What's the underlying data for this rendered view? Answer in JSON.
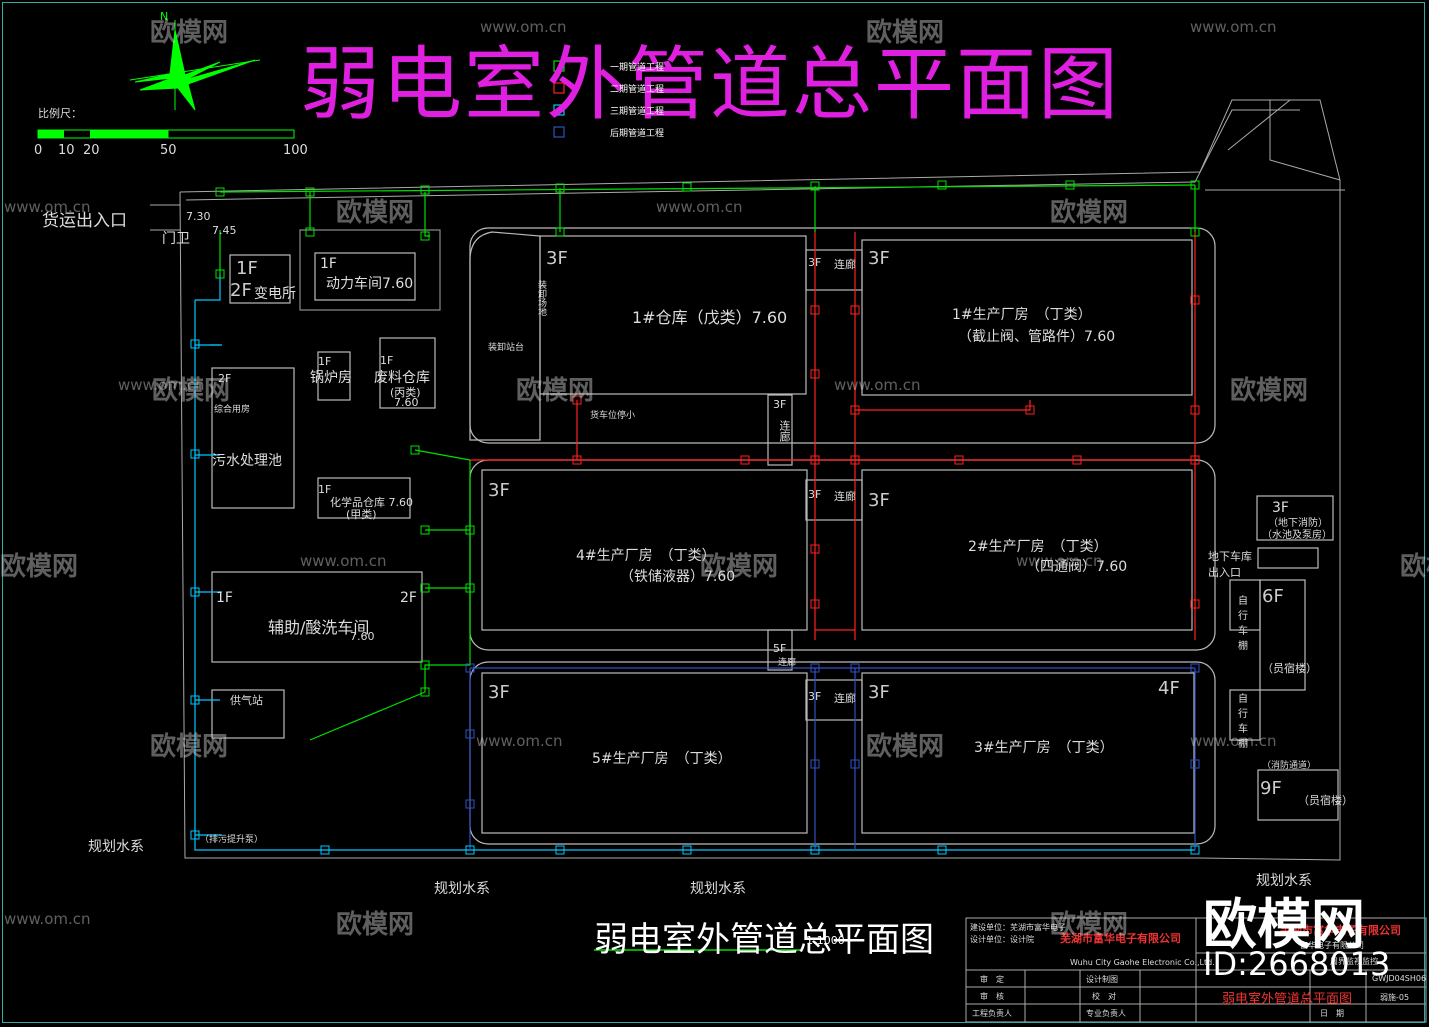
{
  "drawing": {
    "main_title": "弱电室外管道总平面图",
    "sub_title": "弱电室外管道总平面图",
    "sub_scale": "1:1000"
  },
  "scale_bar": {
    "label": "比例尺：",
    "ticks": [
      "0",
      "10",
      "20",
      "50",
      "100"
    ]
  },
  "compass": {
    "north_label": "N"
  },
  "legend": [
    {
      "label": "一期管道工程",
      "color": "#00e000"
    },
    {
      "label": "二期管道工程",
      "color": "#ff2020"
    },
    {
      "label": "三期管道工程",
      "color": "#00c8ff"
    },
    {
      "label": "后期管道工程",
      "color": "#3050c0"
    }
  ],
  "site_labels": {
    "entrance": "货运出入口",
    "guard": "门卫",
    "elev_1": "7.30",
    "elev_2": "7.45",
    "water_1": "规划水系",
    "water_2": "规划水系",
    "water_3": "规划水系",
    "water_4": "规划水系",
    "underground_entry": "地下车库出入口"
  },
  "buildings": {
    "substation_f1": "1F",
    "substation_f2": "2F",
    "substation": "变电所",
    "power_f": "1F",
    "power": "动力车间7.60",
    "boiler_f": "1F",
    "boiler": "锅炉房",
    "waste_f": "1F",
    "waste": "废料仓库",
    "waste_cls": "(丙类)",
    "waste_elev": "7.60",
    "sewage_f": "2F",
    "sewage": "污水处理池",
    "sewage_sub": "综合用房",
    "chem_f": "1F",
    "chem": "化学品仓库 7.60",
    "chem_cls": "(甲类)",
    "aux_f1": "1F",
    "aux_f2": "2F",
    "aux": "辅助/酸洗车间",
    "aux_elev": "7.60",
    "gas": "供气站",
    "wh1_f": "3F",
    "wh1": "1#仓库（戊类）7.60",
    "loading": "装卸站台",
    "loading2": "装卸场地",
    "loading3": "货车位停小",
    "p1_f": "3F",
    "p1": "1#生产厂房　（丁类）",
    "p1_sub": "（截止阀、管路件）7.60",
    "p2_f": "3F",
    "p2": "2#生产厂房　（丁类）",
    "p2_sub": "（四通阀）7.60",
    "p3_f": "3F",
    "p3_f2": "4F",
    "p3": "3#生产厂房　（丁类）",
    "p4_f": "3F",
    "p4": "4#生产厂房　（丁类）",
    "p4_sub": "（铁储液器）7.60",
    "p5_f": "3F",
    "p5": "5#生产厂房　（丁类）",
    "link1_f": "3F",
    "link1": "连廊",
    "link2_f": "3F",
    "link2": "连廊",
    "link3_f": "3F",
    "link3": "连廊",
    "link_v1_f": "3F",
    "link_v1": "连廊",
    "link_v2_f": "5F",
    "link_v2": "连廊",
    "fire_f": "3F",
    "fire": "（地下消防）",
    "fire2": "（水池及泵房）",
    "bike": "自行车棚",
    "bike2": "自行车棚",
    "dorm_f": "6F",
    "dorm": "（员宿楼）",
    "fire3": "（消防通道）",
    "dorm2_f": "9F",
    "dorm2": "（员宿楼）",
    "pump": "（排污提升泵）"
  },
  "title_block": {
    "company": "芜湖市富华电子有限公司",
    "company_en": "Wuhu City Gaohe Electronic Co.,Ltd.",
    "company2": "芜湖市富华电子有限公司",
    "project": "富华电子有限公司",
    "sheet_title": "弱电室外管道总平面图",
    "drawing_no": "GWJD04SH06",
    "sheet_no": "弱施-05",
    "r1": "审　定",
    "r2": "审　核",
    "r3": "工程负责人",
    "r4": "设计制图",
    "r5": "校　对",
    "r6": "专业负责人",
    "r7": "周界监视监控",
    "r8": "日　期",
    "head1": "建设单位：芜湖市富华电子",
    "head2": "设计单位：设计院"
  },
  "watermarks": {
    "brand_cn": "欧模网",
    "url": "www.om.cn",
    "big_brand": "欧模网",
    "big_id": "ID:2668013"
  }
}
